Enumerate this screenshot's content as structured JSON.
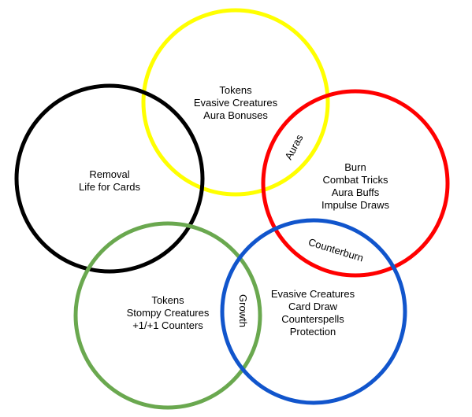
{
  "diagram": {
    "circles": [
      {
        "id": "yellow",
        "color": "#ffff00",
        "lines": [
          "Tokens",
          "Evasive Creatures",
          "Aura Bonuses"
        ]
      },
      {
        "id": "black",
        "color": "#000000",
        "lines": [
          "Removal",
          "Life for Cards"
        ]
      },
      {
        "id": "red",
        "color": "#ff0000",
        "lines": [
          "Burn",
          "Combat Tricks",
          "Aura Buffs",
          "Impulse Draws"
        ]
      },
      {
        "id": "green",
        "color": "#6aa84f",
        "lines": [
          "Tokens",
          "Stompy Creatures",
          "+1/+1 Counters"
        ]
      },
      {
        "id": "blue",
        "color": "#1155cc",
        "lines": [
          "Evasive Creatures",
          "Card Draw",
          "Counterspells",
          "Protection"
        ]
      }
    ],
    "overlaps": {
      "auras": "Auras",
      "counterburn": "Counterburn",
      "growth": "Growth"
    }
  }
}
